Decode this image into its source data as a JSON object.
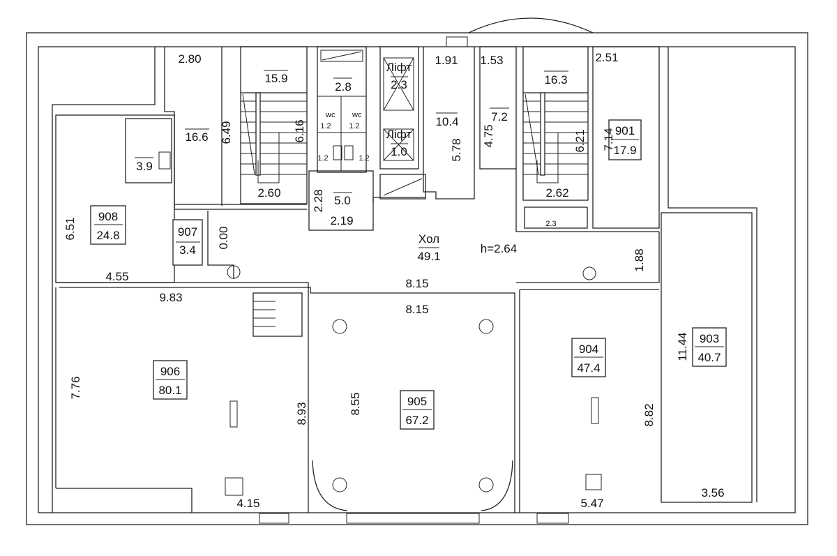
{
  "hall": {
    "name": "Хол",
    "area": "49.1",
    "height": "h=2.64"
  },
  "rooms": {
    "r901": {
      "number": "901",
      "area": "17.9"
    },
    "r903": {
      "number": "903",
      "area": "40.7"
    },
    "r904": {
      "number": "904",
      "area": "47.4"
    },
    "r905": {
      "number": "905",
      "area": "67.2"
    },
    "r906": {
      "number": "906",
      "area": "80.1"
    },
    "r907": {
      "number": "907",
      "area": "3.4"
    },
    "r908": {
      "number": "908",
      "area": "24.8"
    }
  },
  "areas": {
    "a16_6": "16.6",
    "a15_9": "15.9",
    "a2_8": "2.8",
    "a10_4": "10.4",
    "a7_2": "7.2",
    "a16_3": "16.3",
    "a3_9": "3.9",
    "a5_0": "5.0",
    "a2_3_small": "2.3",
    "wc1": "1.2",
    "wc2": "1.2",
    "wc3": "1.2",
    "wc4": "1.2"
  },
  "lifts": [
    {
      "label": "Ліфт",
      "area": "2.3"
    },
    {
      "label": "Ліфт",
      "area": "1.0"
    }
  ],
  "wc_label": "wc",
  "dims": {
    "d2_80": "2.80",
    "d6_49": "6.49",
    "d6_16": "6.16",
    "d2_60": "2.60",
    "d1_91": "1.91",
    "d1_53": "1.53",
    "d5_78": "5.78",
    "d4_75": "4.75",
    "d6_21": "6.21",
    "d2_62": "2.62",
    "d2_51": "2.51",
    "d7_14": "7.14",
    "d6_51": "6.51",
    "d0_00": "0.00",
    "d2_28": "2.28",
    "d2_19": "2.19",
    "d1_88": "1.88",
    "d4_55": "4.55",
    "d9_83": "9.83",
    "d8_15a": "8.15",
    "d8_15b": "8.15",
    "d7_76": "7.76",
    "d8_93": "8.93",
    "d4_15": "4.15",
    "d8_55": "8.55",
    "d8_82": "8.82",
    "d5_47": "5.47",
    "d11_44": "11.44",
    "d3_56": "3.56"
  }
}
